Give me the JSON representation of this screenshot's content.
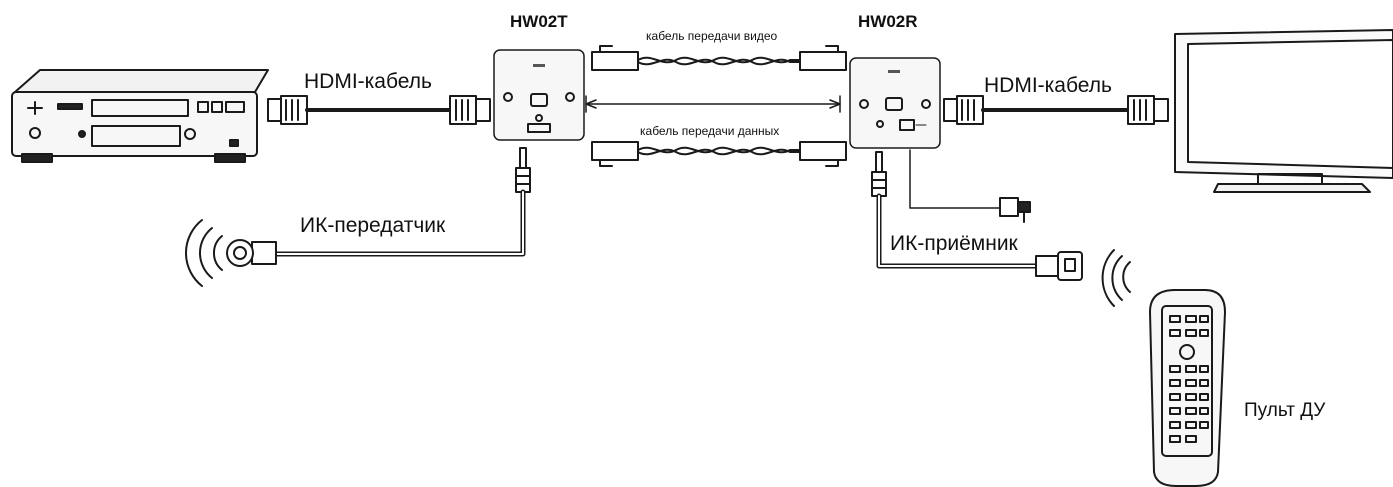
{
  "labels": {
    "transmitter_model": "HW02T",
    "receiver_model": "HW02R",
    "video_cable": "кабель передачи видео",
    "data_cable": "кабель передачи данных",
    "hdmi_left": "HDMI-кабель",
    "hdmi_right": "HDMI-кабель",
    "ir_transmitter": "ИК-передатчик",
    "ir_receiver": "ИК-приёмник",
    "remote": "Пульт ДУ"
  },
  "colors": {
    "line": "#1a1a1a",
    "device_fill": "#f4f4f4",
    "panel_fill": "#f7f7f7"
  }
}
